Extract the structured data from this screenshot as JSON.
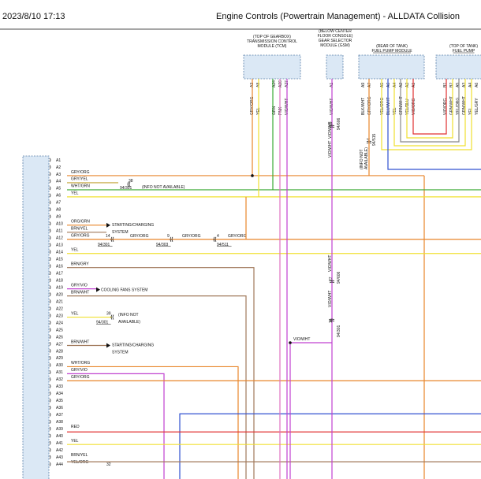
{
  "header": {
    "datetime": "2023/8/10 17:13",
    "title": "Engine Controls (Powertrain Management) - ALLDATA Collision"
  },
  "colors": {
    "orange": "#e8852a",
    "yellow": "#f0e030",
    "green": "#3aaa35",
    "brown": "#a0785a",
    "violet": "#c040d0",
    "blue": "#3050d0",
    "red": "#e03030",
    "gray": "#888888",
    "ecm_fill": "#dbe8f5"
  },
  "modules": [
    {
      "id": "tcm",
      "lines": [
        "(TOP OF GEARBOX)",
        "TRANSMISSION CONTROL",
        "MODULE (TCM)"
      ]
    },
    {
      "id": "gsm",
      "lines": [
        "(BELOW CENTER",
        "FLOOR CONSOLE)",
        "GEAR SELECTOR",
        "MODULE (GSM)"
      ]
    },
    {
      "id": "fpm",
      "lines": [
        "(REAR OF TANK)",
        "FUEL PUMP MODULE"
      ]
    },
    {
      "id": "fpm2",
      "lines": [
        "(TOP OF TANK)",
        "FUEL PUMP"
      ]
    }
  ],
  "tcm_pins": [
    {
      "pin": "A3",
      "wire": "GRY/ORG"
    },
    {
      "pin": "A8",
      "wire": "YEL"
    },
    {
      "pin": "A24",
      "wire": "GRN"
    },
    {
      "pin": "A26",
      "wire": "PNK"
    },
    {
      "pin": "A27",
      "wire": "VIO/WHT"
    }
  ],
  "gsm_pins": [
    {
      "pin": "A1",
      "wire": "VIO/WHT"
    }
  ],
  "fpm_pins": [
    {
      "pin": "A9",
      "wire": "BLK/WHT"
    },
    {
      "pin": "A7",
      "wire": "GRY/ORG"
    },
    {
      "pin": "A5",
      "wire": "YEL/ORG"
    },
    {
      "pin": "A6",
      "wire": "BLU/WHT"
    },
    {
      "pin": "A4",
      "wire": "YEL"
    },
    {
      "pin": "A2",
      "wire": "GRN/WHT"
    },
    {
      "pin": "A3",
      "wire": "YEL/BLU"
    },
    {
      "pin": "A1",
      "wire": "VIO/ORG"
    },
    {
      "pin": "B1",
      "wire": "VIO/ORG"
    },
    {
      "pin": "B2",
      "wire": "GRN/WHT"
    }
  ],
  "fpm2_pins": [
    {
      "pin": "A5",
      "wire": "YEL/ORG"
    },
    {
      "pin": "A3",
      "wire": "GRN/WHT"
    },
    {
      "pin": "A4",
      "wire": "YEL"
    },
    {
      "pin": "A6",
      "wire": "YEL/GRY"
    },
    {
      "pin": "A9",
      "wire": "GRY/ORG"
    },
    {
      "pin": "A6",
      "wire": "WHT/GRN"
    }
  ],
  "ecm_pins": [
    "A1",
    "A2",
    "A3",
    "A4",
    "A5",
    "A6",
    "A7",
    "A8",
    "A9",
    "A10",
    "A11",
    "A12",
    "A13",
    "A14",
    "A15",
    "A16",
    "A17",
    "A18",
    "A19",
    "A20",
    "A21",
    "A22",
    "A23",
    "A24",
    "A25",
    "A26",
    "A27",
    "A28",
    "A29",
    "A30",
    "A31",
    "A32",
    "A33",
    "A34",
    "A35",
    "A36",
    "A37",
    "A38",
    "A39",
    "A40",
    "A41",
    "A42",
    "A43",
    "A44"
  ],
  "ecm_wires": [
    {
      "pin": "A3",
      "label": "GRY/ORG"
    },
    {
      "pin": "A4",
      "label": "GRY/YEL"
    },
    {
      "pin": "A5",
      "label": "WHT/GRN"
    },
    {
      "pin": "A6",
      "label": "YEL"
    },
    {
      "pin": "A10",
      "label": "ORG/GRN"
    },
    {
      "pin": "A11",
      "label": "BRN/YEL"
    },
    {
      "pin": "A12",
      "label": "GRY/ORG"
    },
    {
      "pin": "A14",
      "label": "YEL"
    },
    {
      "pin": "A16",
      "label": "BRN/GRY"
    },
    {
      "pin": "A19",
      "label": "GRY/VIO"
    },
    {
      "pin": "A20",
      "label": "BRN/WHT"
    },
    {
      "pin": "A23",
      "label": "YEL"
    },
    {
      "pin": "A27",
      "label": "BRN/WHT"
    },
    {
      "pin": "A30",
      "label": "WHT/ORG"
    },
    {
      "pin": "A31",
      "label": "GRY/VIO"
    },
    {
      "pin": "A32",
      "label": "GRY/ORG"
    },
    {
      "pin": "A39",
      "label": "RED"
    },
    {
      "pin": "A41",
      "label": "YEL"
    },
    {
      "pin": "A43",
      "label": "BRN/YEL"
    },
    {
      "pin": "A44",
      "label": "YEL/ORG"
    }
  ],
  "annotations": {
    "a4_conn": "38",
    "a4_ref": "94/301",
    "a5_info": "(INFO NOT AVAILABLE)",
    "starting1": [
      "STARTING/CHARGING",
      "SYSTEM"
    ],
    "a12_conn1": "14",
    "a12_ref1": "94/301",
    "a12_wire2": "GRY/ORG",
    "a12_conn2": "9",
    "a12_ref2": "94/303",
    "a12_wire3": "GRY/ORG",
    "a12_conn3": "4",
    "a12_ref3": "94/511",
    "a12_wire4": "GRY/ORG",
    "cooling": "COOLING FANS SYSTEM",
    "a23_conn": "39",
    "a23_ref": "94/301",
    "a23_info": [
      "(INFO NOT",
      "AVAILABLE)"
    ],
    "starting2": [
      "STARTING/CHARGING",
      "SYSTEM"
    ],
    "gsm_wire_lbl": "VIO/WHT",
    "gsm_conn_a": "19",
    "gsm_ref_a": "94/606",
    "gsm_wire_b": "VIO/WHT",
    "fpm_info": [
      "(INFO NOT",
      "AVAILABLE)"
    ],
    "fpm_conn": "4",
    "fpm_ref": "94/515",
    "vio_upper": "VIO/WHT",
    "vio_conn_27": "27",
    "vio_ref_27": "94/606",
    "vio_lower": "VIO/WHT",
    "vio_conn_16": "16",
    "vio_ref_16": "94/301",
    "vio_horiz": "VIO/WHT",
    "a44_conn": "32"
  }
}
